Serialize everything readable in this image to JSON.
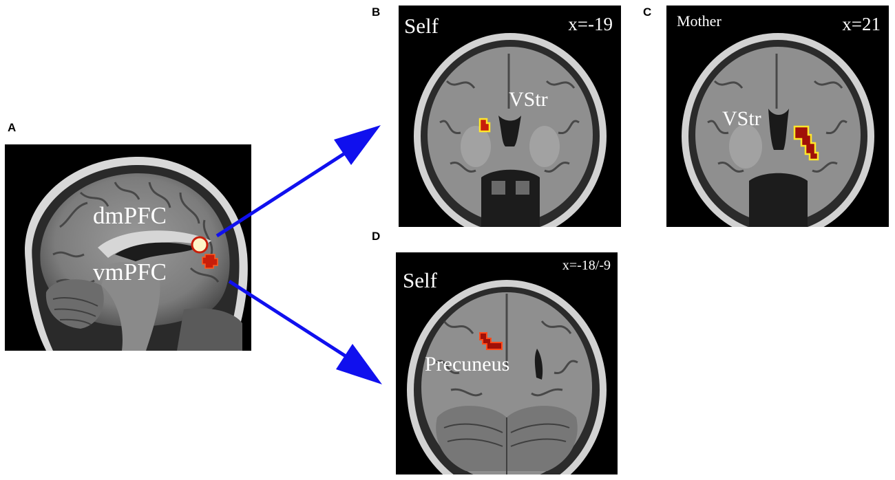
{
  "panels": {
    "a": {
      "letter": "A",
      "label_dmpfc": "dmPFC",
      "label_vmpfc": "vmPFC"
    },
    "b": {
      "letter": "B",
      "condition": "Self",
      "coord": "x=-19",
      "region": "VStr"
    },
    "c": {
      "letter": "C",
      "condition": "Mother",
      "coord": "x=21",
      "region": "VStr"
    },
    "d": {
      "letter": "D",
      "condition": "Self",
      "coord": "x=-18/-9",
      "region": "Precuneus"
    }
  },
  "colors": {
    "arrow": "#1010ee",
    "activation_core": "#c81e0a",
    "activation_edge": "#ffe62a",
    "background": "#000000",
    "label": "#ffffff"
  }
}
